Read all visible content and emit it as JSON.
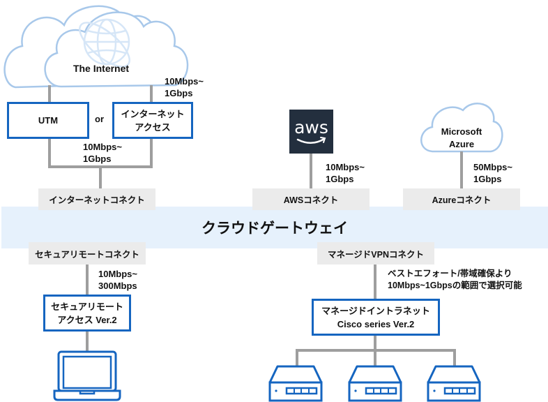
{
  "internet_cloud": {
    "label": "The Internet"
  },
  "internet_uplink_speed": "10Mbps~\n1Gbps",
  "utm": {
    "label": "UTM"
  },
  "or_label": "or",
  "internet_access": {
    "label": "インターネット\nアクセス"
  },
  "internet_downlink_speed": "10Mbps~\n1Gbps",
  "aws": {
    "logo_text": "aws",
    "speed": "10Mbps~\n1Gbps"
  },
  "azure": {
    "label": "Microsoft\nAzure",
    "speed": "50Mbps~\n1Gbps"
  },
  "connects_top": {
    "internet": "インターネットコネクト",
    "aws": "AWSコネクト",
    "azure": "Azureコネクト"
  },
  "gateway": {
    "label": "クラウドゲートウェイ"
  },
  "connects_bottom": {
    "secure_remote": "セキュアリモートコネクト",
    "managed_vpn": "マネージドVPNコネクト"
  },
  "secure_remote": {
    "speed": "10Mbps~\n300Mbps",
    "label": "セキュアリモート\nアクセス Ver.2"
  },
  "managed_vpn": {
    "speed": "ベストエフォート/帯域確保より\n10Mbps~1Gbpsの範囲で選択可能",
    "label": "マネージドイントラネット\nCisco series Ver.2"
  },
  "colors": {
    "accent": "#1565c0",
    "line": "#9e9e9e",
    "gateway_bg": "#e6f1fc",
    "connect_bg": "#ebebeb",
    "aws_bg": "#232f3e",
    "cloud_stroke": "#a8c8ea"
  }
}
